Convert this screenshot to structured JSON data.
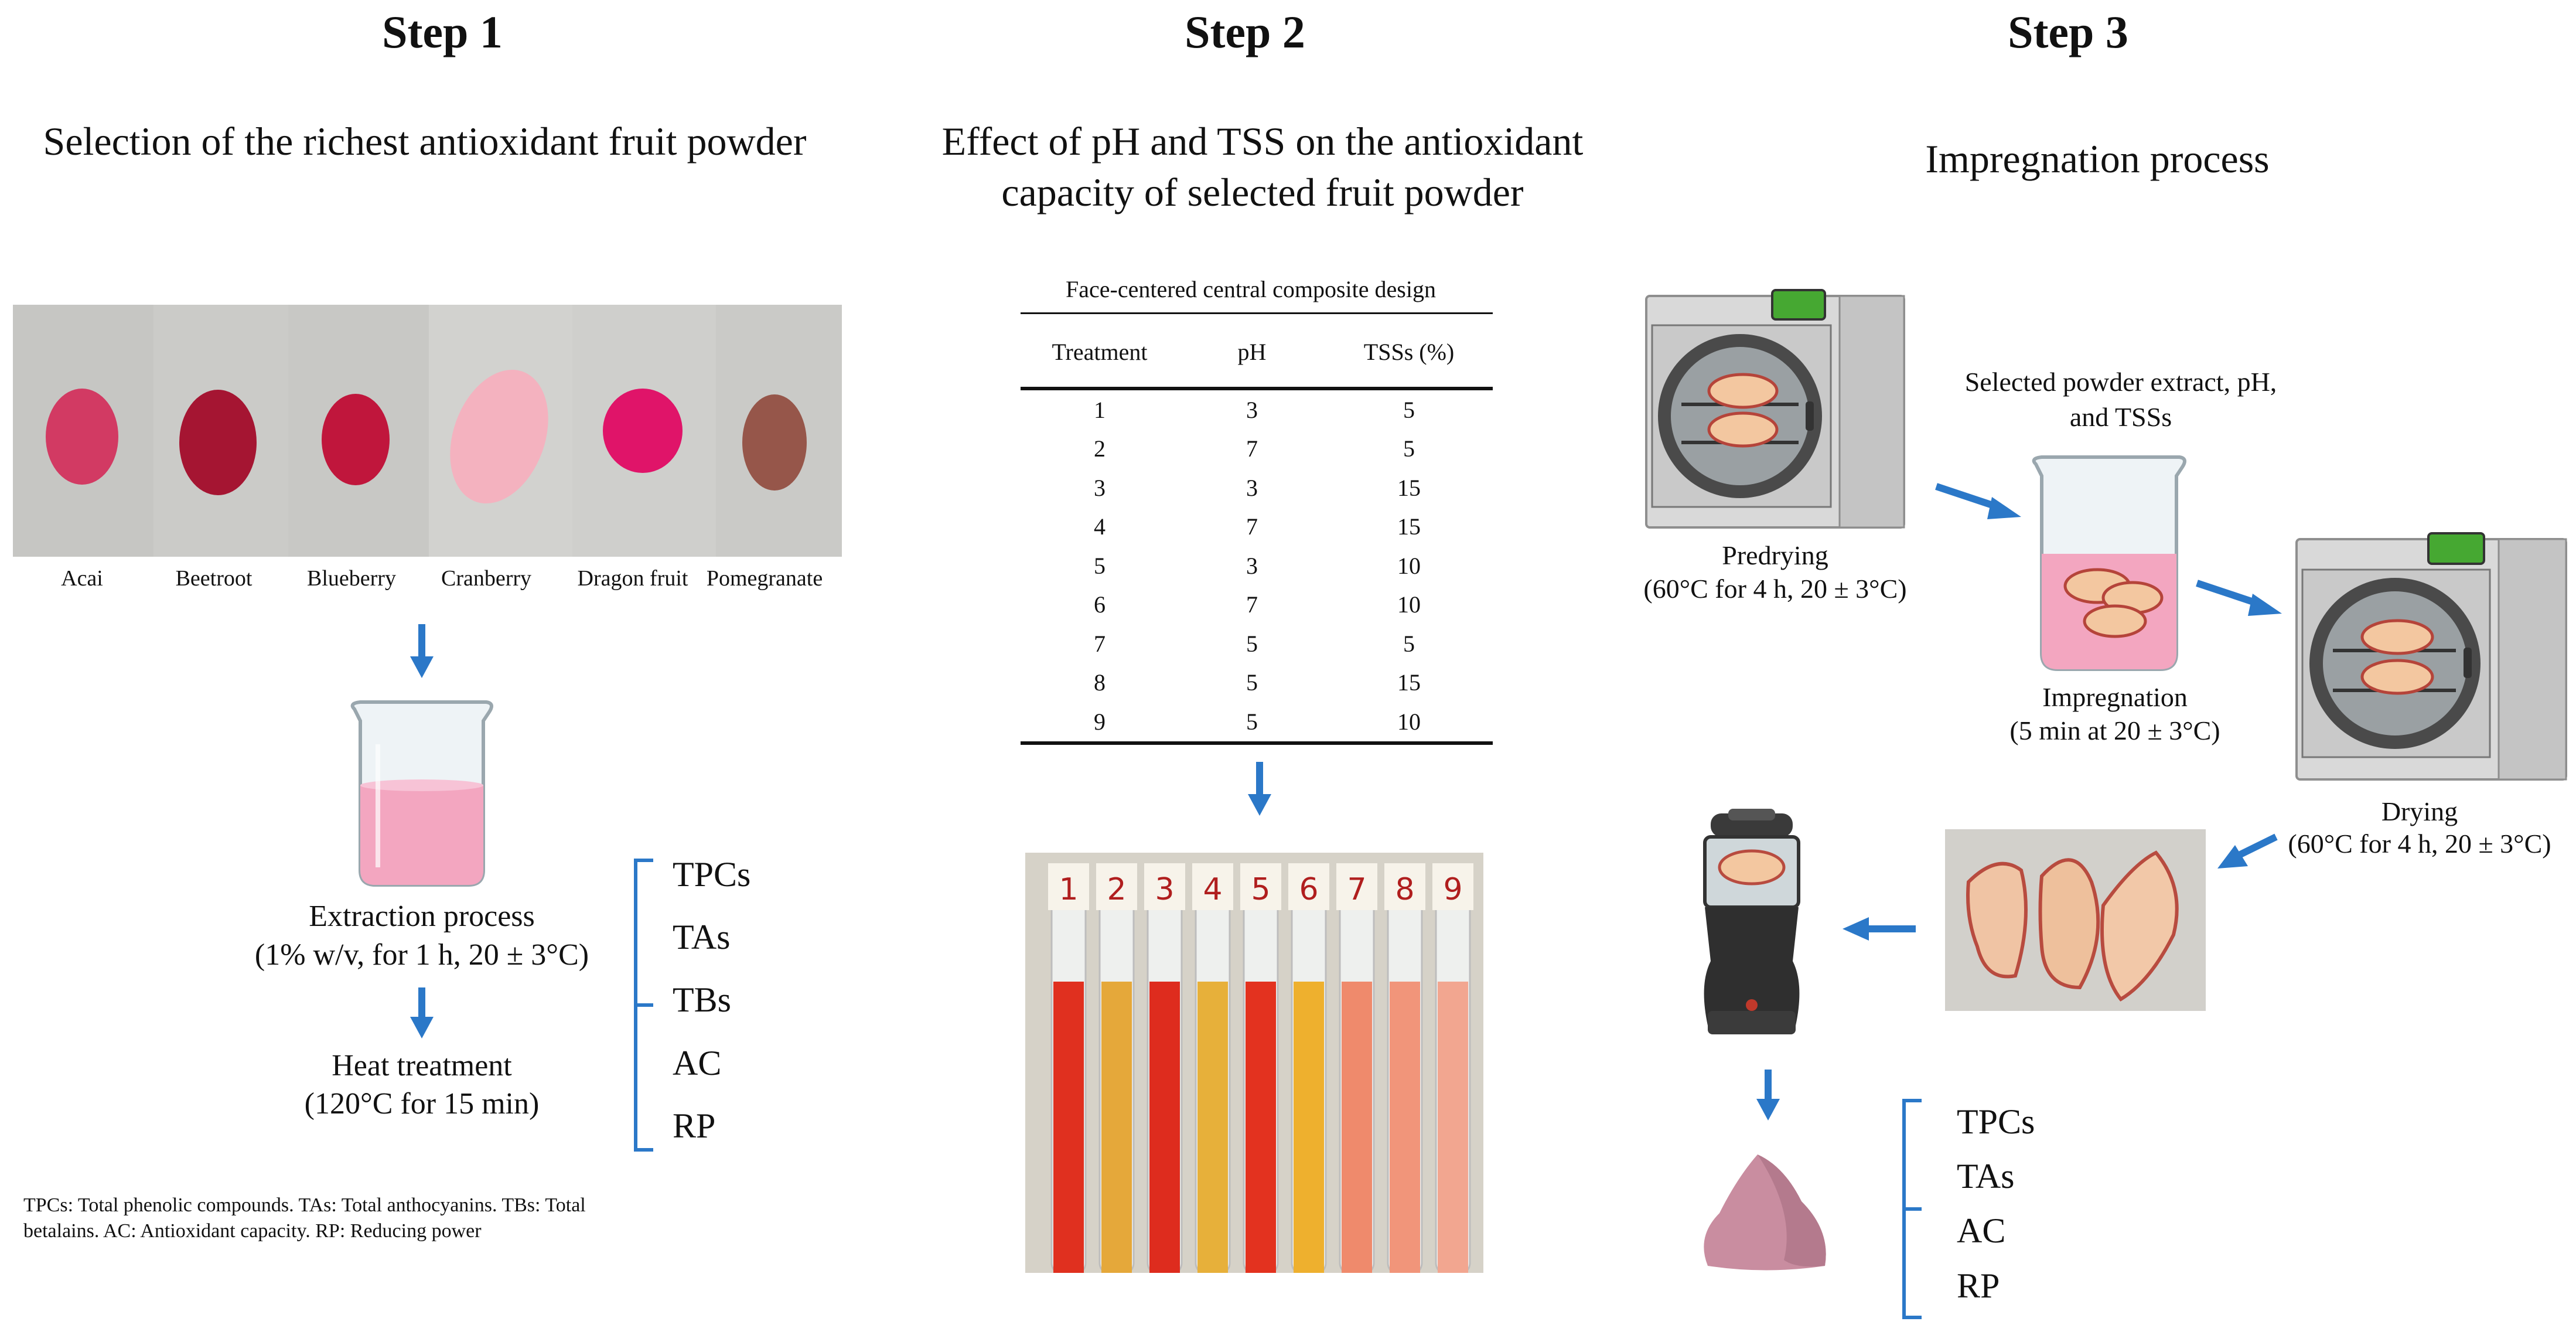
{
  "step1": {
    "title": "Step 1",
    "subtitle": "Selection of the richest antioxidant fruit powder",
    "fruits": [
      {
        "label": "Acai",
        "color": "#d23a63"
      },
      {
        "label": "Beetroot",
        "color": "#a51532"
      },
      {
        "label": "Blueberry",
        "color": "#c0163c"
      },
      {
        "label": "Cranberry",
        "color": "#f4b2bf"
      },
      {
        "label": "Dragon fruit",
        "color": "#e01469"
      },
      {
        "label": "Pomegranate",
        "color": "#96564a"
      }
    ],
    "extraction_label": "Extraction process",
    "extraction_detail": "(1% w/v, for 1 h, 20 ± 3°C)",
    "heat_label": "Heat treatment",
    "heat_detail": "(120°C for 15 min)",
    "analyses": [
      "TPCs",
      "TAs",
      "TBs",
      "AC",
      "RP"
    ],
    "footnote": "TPCs: Total phenolic compounds. TAs: Total anthocyanins. TBs: Total betalains. AC: Antioxidant capacity. RP: Reducing power"
  },
  "step2": {
    "title": "Step 2",
    "subtitle": "Effect of pH and TSS on the antioxidant capacity of selected fruit powder",
    "table": {
      "caption": "Face-centered central composite design",
      "headers": [
        "Treatment",
        "pH",
        "TSSs (%)"
      ],
      "rows": [
        [
          "1",
          "3",
          "5"
        ],
        [
          "2",
          "7",
          "5"
        ],
        [
          "3",
          "3",
          "15"
        ],
        [
          "4",
          "7",
          "15"
        ],
        [
          "5",
          "3",
          "10"
        ],
        [
          "6",
          "7",
          "10"
        ],
        [
          "7",
          "5",
          "5"
        ],
        [
          "8",
          "5",
          "15"
        ],
        [
          "9",
          "5",
          "10"
        ]
      ]
    },
    "tubes": [
      {
        "label": "1",
        "color": "#e0301f"
      },
      {
        "label": "2",
        "color": "#e5a83a"
      },
      {
        "label": "3",
        "color": "#de2c1e"
      },
      {
        "label": "4",
        "color": "#e7b03a"
      },
      {
        "label": "5",
        "color": "#e3321f"
      },
      {
        "label": "6",
        "color": "#eeb02e"
      },
      {
        "label": "7",
        "color": "#ef8a6c"
      },
      {
        "label": "8",
        "color": "#f1957a"
      },
      {
        "label": "9",
        "color": "#f2a690"
      }
    ]
  },
  "step3": {
    "title": "Step 3",
    "subtitle": "Impregnation process",
    "selected_extract": "Selected powder extract, pH, and TSSs",
    "predrying_label": "Predrying",
    "predrying_detail": "(60°C for 4 h, 20 ± 3°C)",
    "impregnation_label": "Impregnation",
    "impregnation_detail": "(5 min at 20 ± 3°C)",
    "drying_label": "Drying",
    "drying_detail": "(60°C for 4 h, 20 ± 3°C)",
    "analyses": [
      "TPCs",
      "TAs",
      "AC",
      "RP"
    ]
  },
  "colors": {
    "arrow": "#2b78c8",
    "bracket": "#2b78c8",
    "liquid_pink": "#f3a6c0",
    "dryer_body": "#d9d9d9",
    "dryer_green": "#46a832"
  }
}
